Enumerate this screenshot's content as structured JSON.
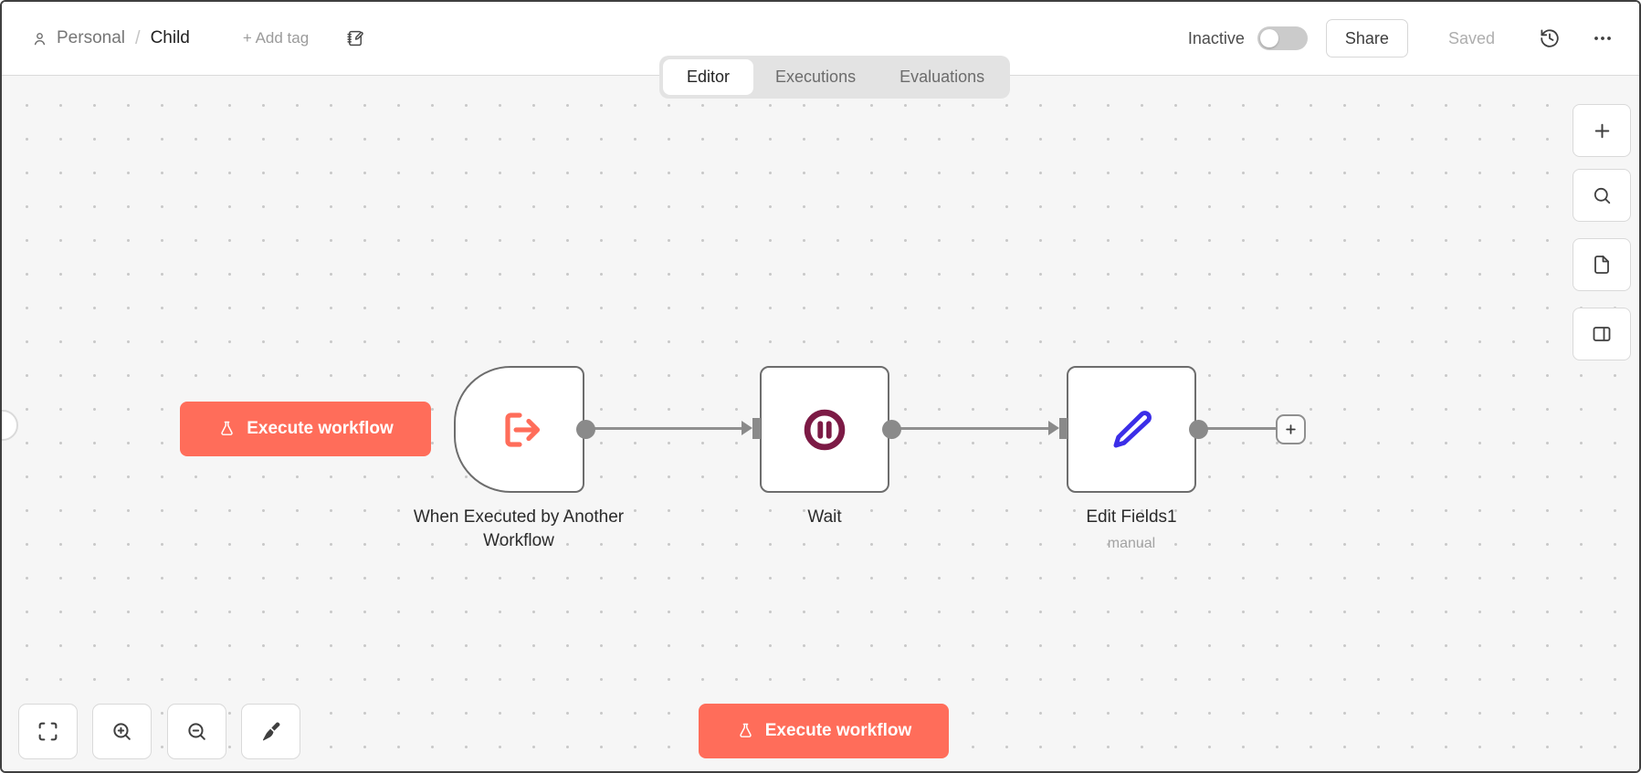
{
  "breadcrumb": {
    "project": "Personal",
    "separator": "/",
    "workflow_name": "Child",
    "add_tag_label": "+ Add tag"
  },
  "header": {
    "status_label": "Inactive",
    "share_label": "Share",
    "saved_label": "Saved"
  },
  "tabs": {
    "editor": "Editor",
    "executions": "Executions",
    "evaluations": "Evaluations"
  },
  "canvas": {
    "execute_button_label": "Execute workflow",
    "nodes": [
      {
        "name": "When Executed by Another Workflow"
      },
      {
        "name": "Wait"
      },
      {
        "name": "Edit Fields1",
        "subtitle": "manual"
      }
    ]
  },
  "icons": {
    "breadcrumb_owner": "user-icon",
    "rename": "notebook-pen-icon",
    "history": "history-icon",
    "more": "ellipsis-icon",
    "execute": "flask-icon",
    "trigger_node": "workflow-input-arrow-icon",
    "wait_node": "pause-circle-icon",
    "set_node": "pen-icon",
    "panel": [
      "plus-icon",
      "search-icon",
      "file-icon",
      "panel-layout-icon"
    ],
    "controls": [
      "fit-view-icon",
      "zoom-in-icon",
      "zoom-out-icon",
      "broom-icon"
    ],
    "connection_end": "plus-icon"
  },
  "colors": {
    "primary": "#ff6d5a",
    "wait_icon": "#7c1a45",
    "set_icon": "#3b2ee8",
    "node_border": "#6d6d6d",
    "connector": "#8a8a8a",
    "tab_bar_bg": "#e3e3e3",
    "canvas_bg": "#f6f6f6"
  }
}
